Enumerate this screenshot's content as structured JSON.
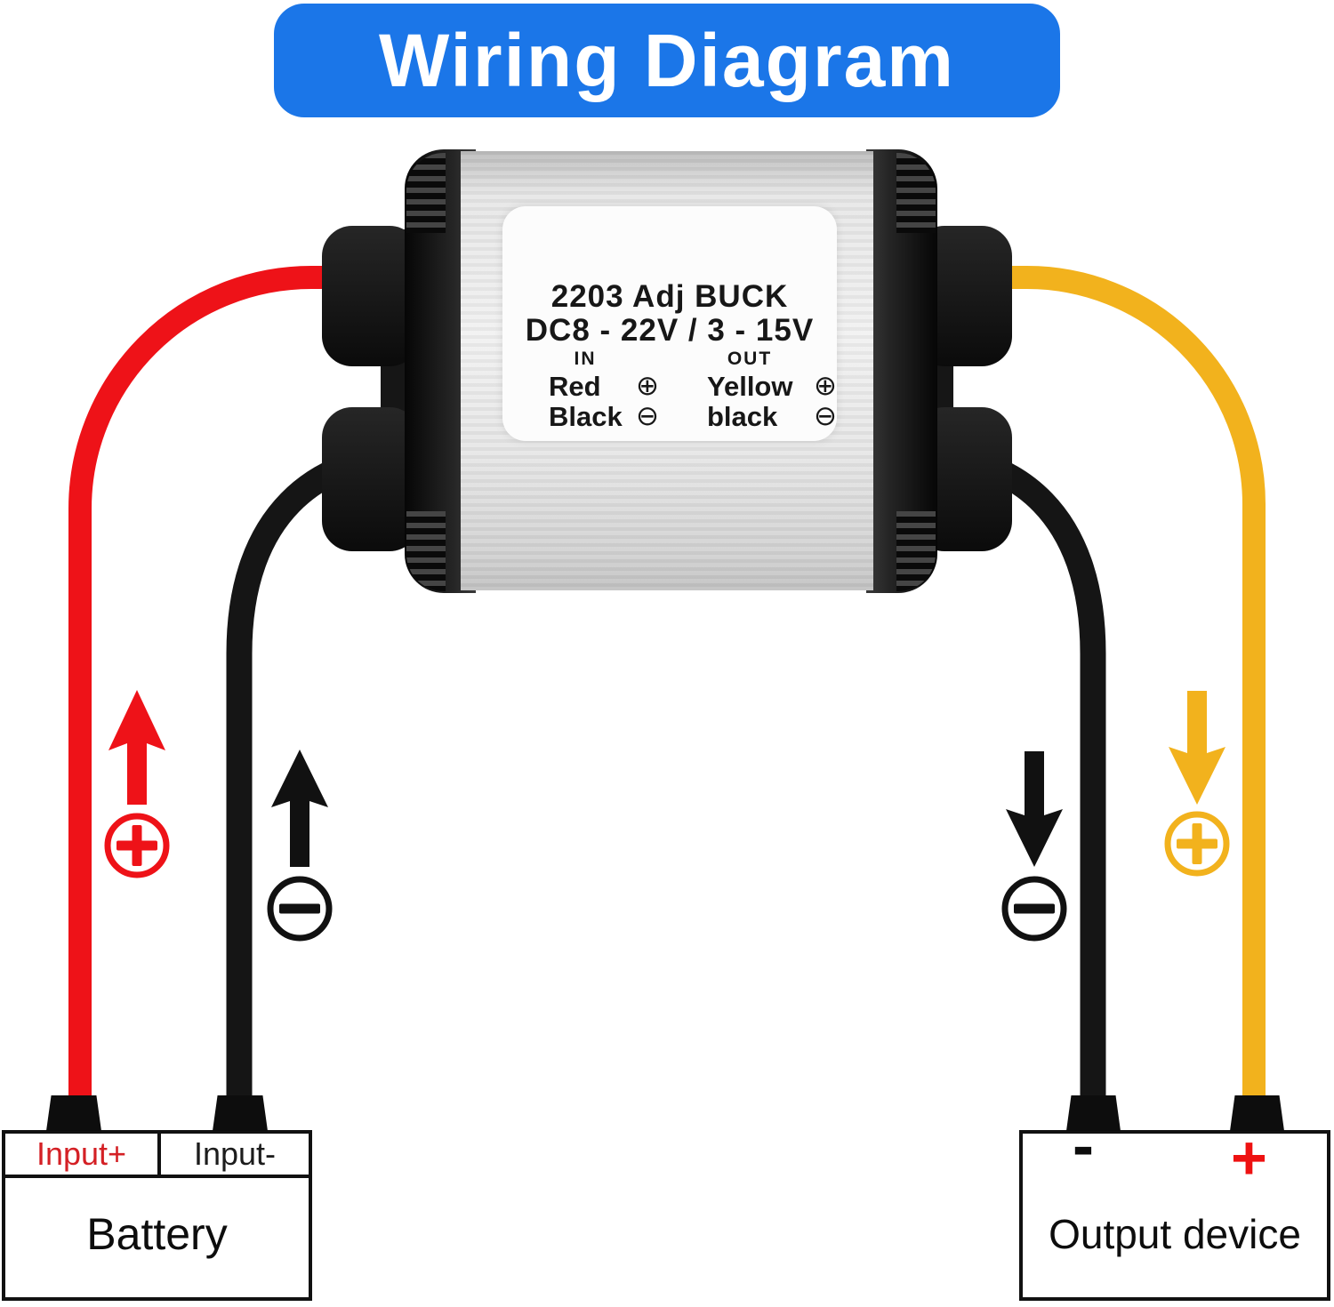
{
  "title": "Wiring Diagram",
  "colors": {
    "blue": "#1b76e8",
    "red": "#ee1218",
    "yellow": "#f2b21d",
    "ink": "#111111",
    "label-red": "#d42025"
  },
  "device": {
    "model": "2203 Adj BUCK",
    "voltage": "DC8 - 22V / 3 - 15V",
    "in_heading": "IN",
    "out_heading": "OUT",
    "in_rows": [
      {
        "wire": "Red",
        "screw": "⊕"
      },
      {
        "wire": "Black",
        "screw": "⊖"
      }
    ],
    "out_rows": [
      {
        "wire": "Yellow",
        "screw": "⊕"
      },
      {
        "wire": "black",
        "screw": "⊖"
      }
    ]
  },
  "battery": {
    "terminal_positive": "Input+",
    "terminal_negative": "Input-",
    "name": "Battery"
  },
  "output_device": {
    "negative_sign": "-",
    "positive_sign": "+",
    "name": "Output device"
  },
  "annotations": {
    "input_positive": {
      "direction": "up",
      "color": "red",
      "polarity": "plus"
    },
    "input_negative": {
      "direction": "up",
      "color": "black",
      "polarity": "minus"
    },
    "output_negative": {
      "direction": "down",
      "color": "black",
      "polarity": "minus"
    },
    "output_positive": {
      "direction": "down",
      "color": "yellow",
      "polarity": "plus"
    }
  },
  "wires": [
    {
      "name": "input-positive-wire",
      "color": "red",
      "from": "battery Input+",
      "to": "converter IN Red"
    },
    {
      "name": "input-negative-wire",
      "color": "black",
      "from": "battery Input-",
      "to": "converter IN Black"
    },
    {
      "name": "output-positive-wire",
      "color": "yellow",
      "from": "converter OUT Yellow",
      "to": "output device +"
    },
    {
      "name": "output-negative-wire",
      "color": "black",
      "from": "converter OUT black",
      "to": "output device -"
    }
  ]
}
